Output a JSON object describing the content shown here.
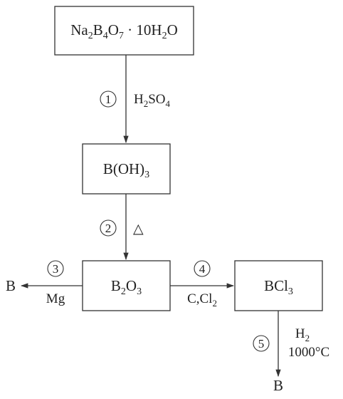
{
  "nodes": {
    "borax": {
      "main": "Na",
      "sub1": "2",
      "mid1": "B",
      "sub2": "4",
      "mid2": "O",
      "sub3": "7",
      "dot": " · 10H",
      "sub4": "2",
      "tail": "O"
    },
    "boric_acid": {
      "main": "B(OH)",
      "sub1": "3"
    },
    "boron_oxide": {
      "main": "B",
      "sub1": "2",
      "mid1": "O",
      "sub2": "3"
    },
    "boron_chloride": {
      "main": "BCl",
      "sub1": "3"
    },
    "boron_left": "B",
    "boron_bottom": "B"
  },
  "steps": {
    "step1": {
      "number": "1",
      "reagent_main": "H",
      "reagent_sub1": "2",
      "reagent_mid": "SO",
      "reagent_sub2": "4"
    },
    "step2": {
      "number": "2",
      "condition": "△"
    },
    "step3": {
      "number": "3",
      "reagent": "Mg"
    },
    "step4": {
      "number": "4",
      "reagent_main": "C,Cl",
      "reagent_sub": "2"
    },
    "step5": {
      "number": "5",
      "reagent_main": "H",
      "reagent_sub": "2",
      "temperature": "1000°C"
    }
  }
}
